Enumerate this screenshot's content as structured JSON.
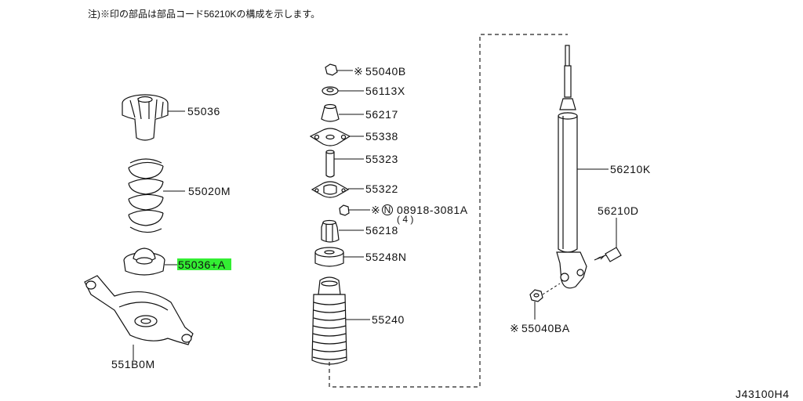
{
  "note": "注)※印の部品は部品コード56210Kの構成を示します。",
  "diagram_id": "J43100H4",
  "parts": {
    "p55036": "55036",
    "p55020M": "55020M",
    "p55036A": "55036+A",
    "p551B0M": "551B0M",
    "p55040B": "55040B",
    "p56113X": "56113X",
    "p56217": "56217",
    "p55338": "55338",
    "p55323": "55323",
    "p55322": "55322",
    "p08918": "08918-3081A",
    "p08918_qty": "( 4 )",
    "p56218": "56218",
    "p55248N": "55248N",
    "p55240": "55240",
    "p56210K": "56210K",
    "p56210D": "56210D",
    "p55040BA": "55040BA"
  },
  "marks": {
    "asterisk": "※",
    "nut_symbol": "N"
  },
  "highlight_color": "#33ee33"
}
